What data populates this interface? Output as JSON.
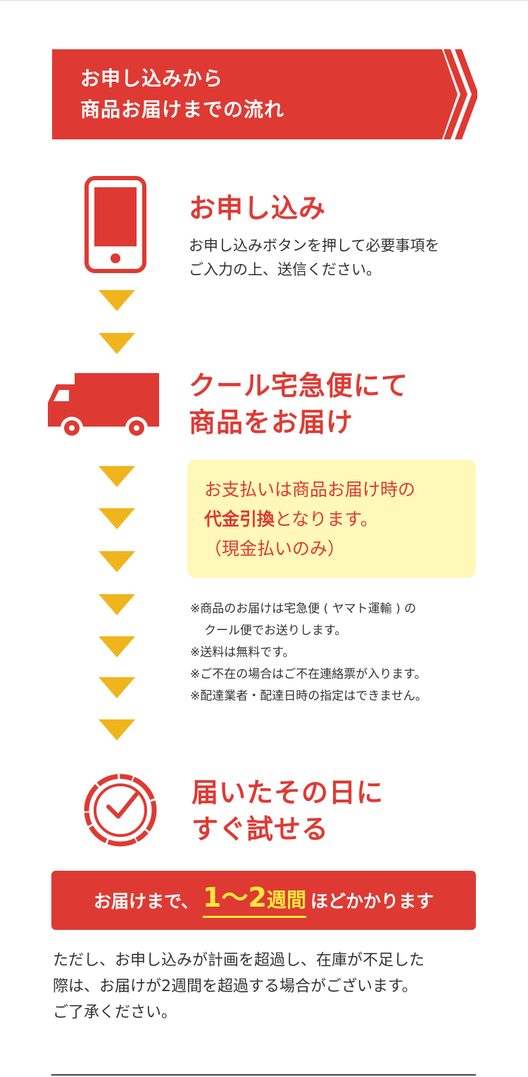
{
  "header": {
    "line1": "お申し込みから",
    "line2": "商品お届けまでの流れ"
  },
  "step1": {
    "title": "お申し込み",
    "desc_line1": "お申し込みボタンを押して必要事項を",
    "desc_line2": "ご入力の上、送信ください。"
  },
  "step2": {
    "title_line1": "クール宅急便にて",
    "title_line2": "商品をお届け"
  },
  "payment": {
    "line1": "お支払いは商品お届け時の",
    "line2_strong": "代金引換",
    "line2_rest": "となります。",
    "line3": "（現金払いのみ）"
  },
  "notes": {
    "n1a": "※商品のお届けは宅急便 ( ヤマト運輸 ) の",
    "n1b": "クール便でお送りします。",
    "n2": "※送料は無料です。",
    "n3": "※ご不在の場合はご不在連絡票が入ります。",
    "n4": "※配達業者・配達日時の指定はできません。"
  },
  "step3": {
    "title_line1": "届いたその日に",
    "title_line2": "すぐ試せる"
  },
  "delivery": {
    "prefix": "お届けまで、",
    "highlight": "1～2",
    "highlight_unit": "週間",
    "suffix": "ほどかかります"
  },
  "caveat": {
    "line1": "ただし、お申し込みが計画を超過し、在庫が不足した",
    "line2": "際は、お届けが2週間を超過する場合がございます。",
    "line3": "ご了承ください。"
  },
  "colors": {
    "accent_red": "#de3a33",
    "arrow_yellow": "#f0b51d",
    "note_box": "#fff8b8",
    "highlight_yellow": "#ffe93d"
  },
  "icons": [
    "smartphone-icon",
    "truck-icon",
    "clock-check-icon",
    "down-arrow-icon"
  ]
}
